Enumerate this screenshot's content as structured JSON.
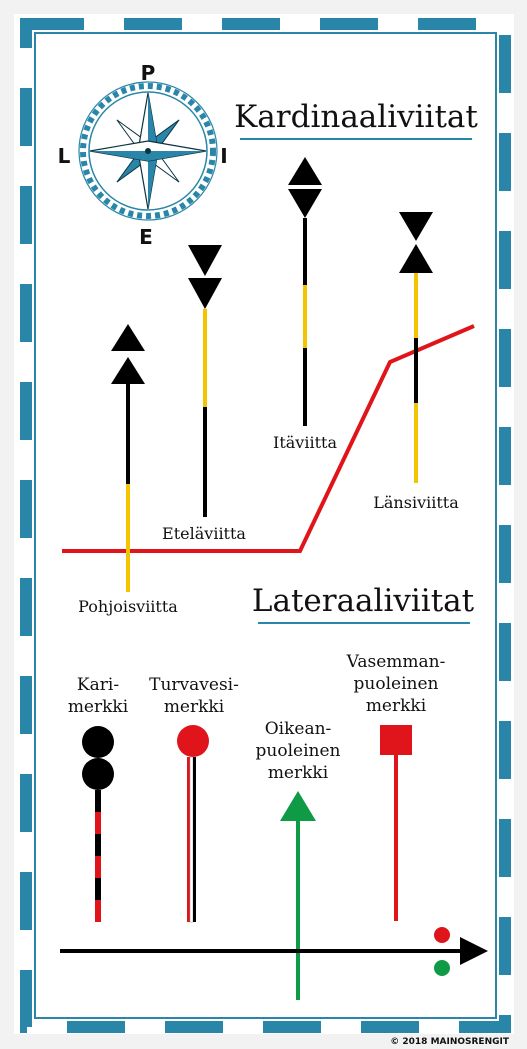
{
  "colors": {
    "border_blue": "#2a86a8",
    "line_red": "#e0141b",
    "marker_black": "#000000",
    "marker_yellow": "#f5c400",
    "marker_green": "#0f9a45",
    "heading_underline": "#2a86a8"
  },
  "compass": {
    "north": "P",
    "west": "L",
    "east": "I",
    "south": "E"
  },
  "cardinal": {
    "heading": "Kardinaaliviitat",
    "north_label": "Pohjoisviitta",
    "south_label": "Eteläviitta",
    "east_label": "Itäviitta",
    "west_label": "Länsiviitta"
  },
  "lateral": {
    "heading": "Lateraaliviitat",
    "kari": [
      "Kari-",
      "merkki"
    ],
    "turvavesi": [
      "Turvavesi-",
      "merkki"
    ],
    "oikea": [
      "Oikean-",
      "puoleinen",
      "merkki"
    ],
    "vasemman": [
      "Vasemman-",
      "puoleinen",
      "merkki"
    ]
  },
  "copyright": "© 2018 MAINOSRENGIT"
}
